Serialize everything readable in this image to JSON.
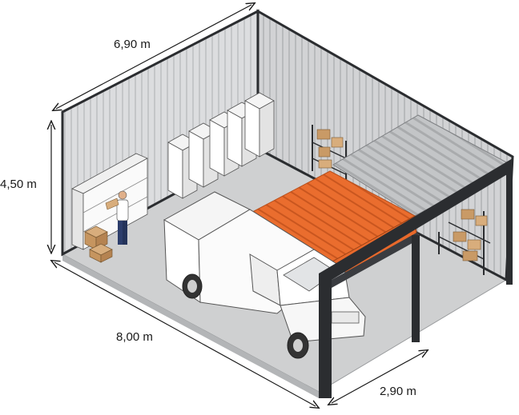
{
  "dimensions": {
    "depth": "6,90 m",
    "height": "4,50 m",
    "length": "8,00 m",
    "door_width": "2,90 m"
  },
  "colors": {
    "wall": "#d9dadb",
    "wall_stripe": "#c2c4c6",
    "floor": "#cfd0d1",
    "roof_mezzanine": "#b9bbbd",
    "orange_door": "#e8692b",
    "frame": "#2b2d30",
    "box": "#c99a66",
    "van": "#ffffff"
  }
}
